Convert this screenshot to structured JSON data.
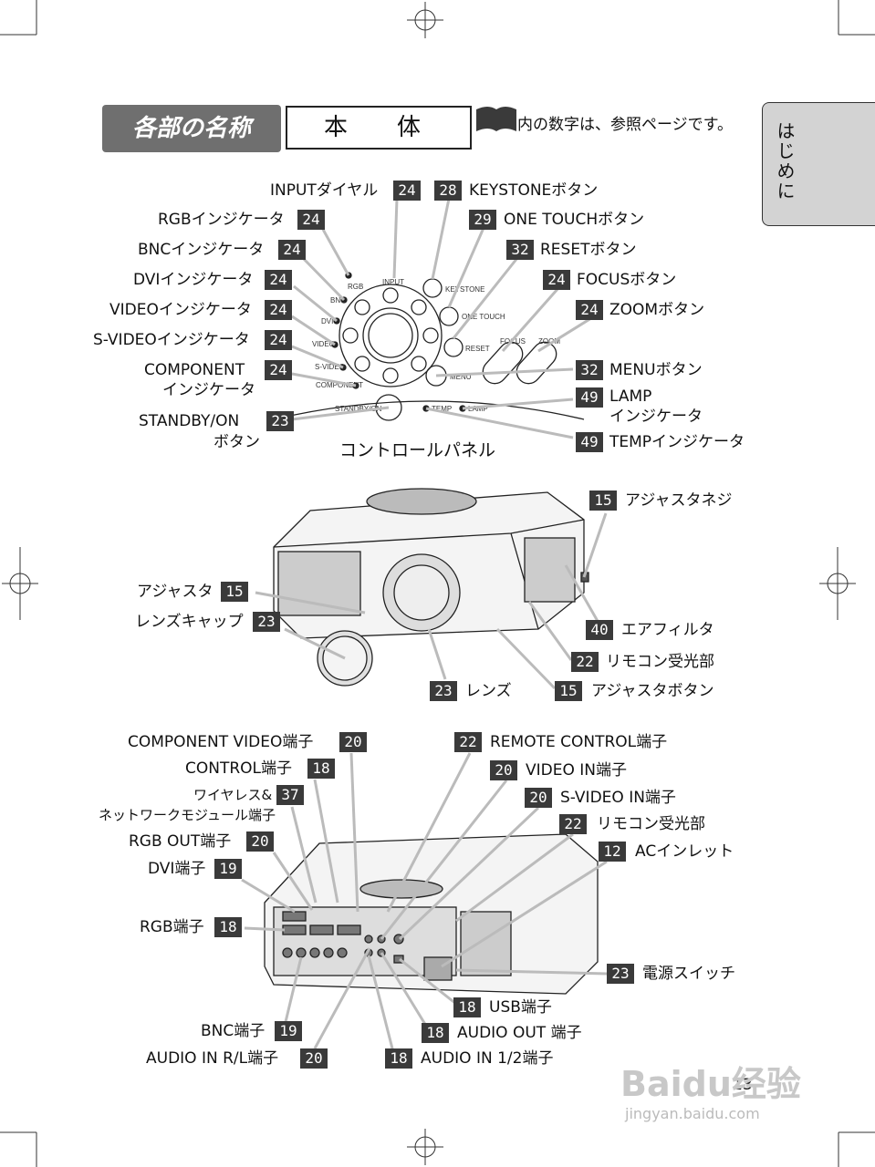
{
  "header": {
    "section_tag": "各部の名称",
    "title": "本　体",
    "note": "内の数字は、参照ページです。",
    "side_tab": "はじめに"
  },
  "control_panel": {
    "caption": "コントロールパネル",
    "labels_left": [
      {
        "text": "INPUTダイヤル",
        "page": "24"
      },
      {
        "text": "RGBインジケータ",
        "page": "24"
      },
      {
        "text": "BNCインジケータ",
        "page": "24"
      },
      {
        "text": "DVIインジケータ",
        "page": "24"
      },
      {
        "text": "VIDEOインジケータ",
        "page": "24"
      },
      {
        "text": "S-VIDEOインジケータ",
        "page": "24"
      },
      {
        "text": "COMPONENT",
        "text2": "インジケータ",
        "page": "24"
      },
      {
        "text": "STANDBY/ON",
        "text2": "ボタン",
        "page": "23"
      }
    ],
    "labels_right": [
      {
        "text": "KEYSTONEボタン",
        "page": "28"
      },
      {
        "text": "ONE TOUCHボタン",
        "page": "29"
      },
      {
        "text": "RESETボタン",
        "page": "32"
      },
      {
        "text": "FOCUSボタン",
        "page": "24"
      },
      {
        "text": "ZOOMボタン",
        "page": "24"
      },
      {
        "text": "MENUボタン",
        "page": "32"
      },
      {
        "text": "LAMP",
        "text2": "インジケータ",
        "page": "49"
      },
      {
        "text": "TEMPインジケータ",
        "page": "49"
      }
    ],
    "panel_text": {
      "input": "INPUT",
      "rgb": "RGB",
      "bnc": "BNC",
      "dvi": "DVI",
      "video": "VIDEO",
      "svideo": "S-VIDEO",
      "component": "COMPONENT",
      "standby": "STANDBY/ON",
      "keystone": "KEYSTONE",
      "onetouch": "ONE TOUCH",
      "reset": "RESET",
      "menu": "MENU",
      "focus": "FOCUS",
      "zoom": "ZOOM",
      "temp": "TEMP",
      "lamp": "LAMP"
    }
  },
  "front_view": {
    "labels_left": [
      {
        "text": "アジャスタ",
        "page": "15"
      },
      {
        "text": "レンズキャップ",
        "page": "23"
      }
    ],
    "labels_right": [
      {
        "text": "アジャスタネジ",
        "page": "15"
      },
      {
        "text": "エアフィルタ",
        "page": "40"
      },
      {
        "text": "リモコン受光部",
        "page": "22"
      },
      {
        "text": "アジャスタボタン",
        "page": "15"
      }
    ],
    "label_bottom": {
      "text": "レンズ",
      "page": "23"
    }
  },
  "rear_view": {
    "labels_left": [
      {
        "text": "COMPONENT VIDEO端子",
        "page": "20"
      },
      {
        "text": "CONTROL端子",
        "page": "18"
      },
      {
        "text": "ワイヤレス&",
        "text2": "ネットワークモジュール端子",
        "page": "37"
      },
      {
        "text": "RGB OUT端子",
        "page": "20"
      },
      {
        "text": "DVI端子",
        "page": "19"
      },
      {
        "text": "RGB端子",
        "page": "18"
      },
      {
        "text": "BNC端子",
        "page": "19"
      },
      {
        "text": "AUDIO IN R/L端子",
        "page": "20"
      }
    ],
    "labels_right": [
      {
        "text": "REMOTE CONTROL端子",
        "page": "22"
      },
      {
        "text": "VIDEO IN端子",
        "page": "20"
      },
      {
        "text": "S-VIDEO IN端子",
        "page": "20"
      },
      {
        "text": "リモコン受光部",
        "page": "22"
      },
      {
        "text": "ACインレット",
        "page": "12"
      },
      {
        "text": "電源スイッチ",
        "page": "23"
      },
      {
        "text": "USB端子",
        "page": "18"
      },
      {
        "text": "AUDIO OUT 端子",
        "page": "18"
      },
      {
        "text": "AUDIO IN 1/2端子",
        "page": "18"
      }
    ]
  },
  "footer": {
    "page_number": "13",
    "watermark": "Baidu经验",
    "watermark_url": "jingyan.baidu.com"
  }
}
